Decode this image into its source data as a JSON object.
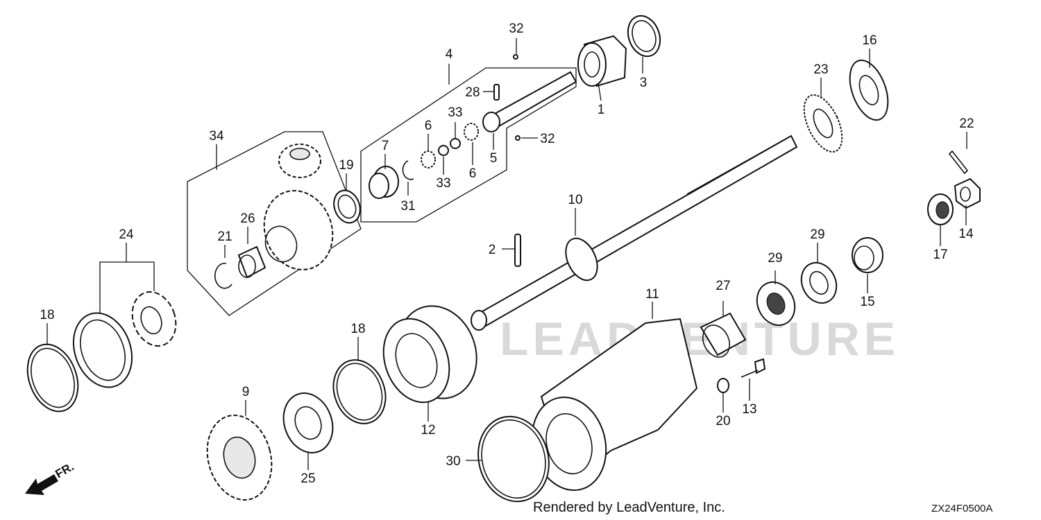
{
  "diagram": {
    "watermark": "LEADVENTURE",
    "footer": "Rendered by LeadVenture, Inc.",
    "code": "ZX24F0500A",
    "direction_label": "FR.",
    "callouts": {
      "c1": "1",
      "c2": "2",
      "c3": "3",
      "c4": "4",
      "c5": "5",
      "c6a": "6",
      "c6b": "6",
      "c7": "7",
      "c9": "9",
      "c10": "10",
      "c11": "11",
      "c12": "12",
      "c13": "13",
      "c14": "14",
      "c15": "15",
      "c16": "16",
      "c17": "17",
      "c18a": "18",
      "c18b": "18",
      "c19": "19",
      "c20": "20",
      "c21": "21",
      "c22": "22",
      "c23": "23",
      "c24": "24",
      "c25": "25",
      "c26": "26",
      "c27": "27",
      "c28": "28",
      "c29a": "29",
      "c29b": "29",
      "c30": "30",
      "c31": "31",
      "c32a": "32",
      "c32b": "32",
      "c33a": "33",
      "c33b": "33",
      "c34": "34"
    }
  }
}
